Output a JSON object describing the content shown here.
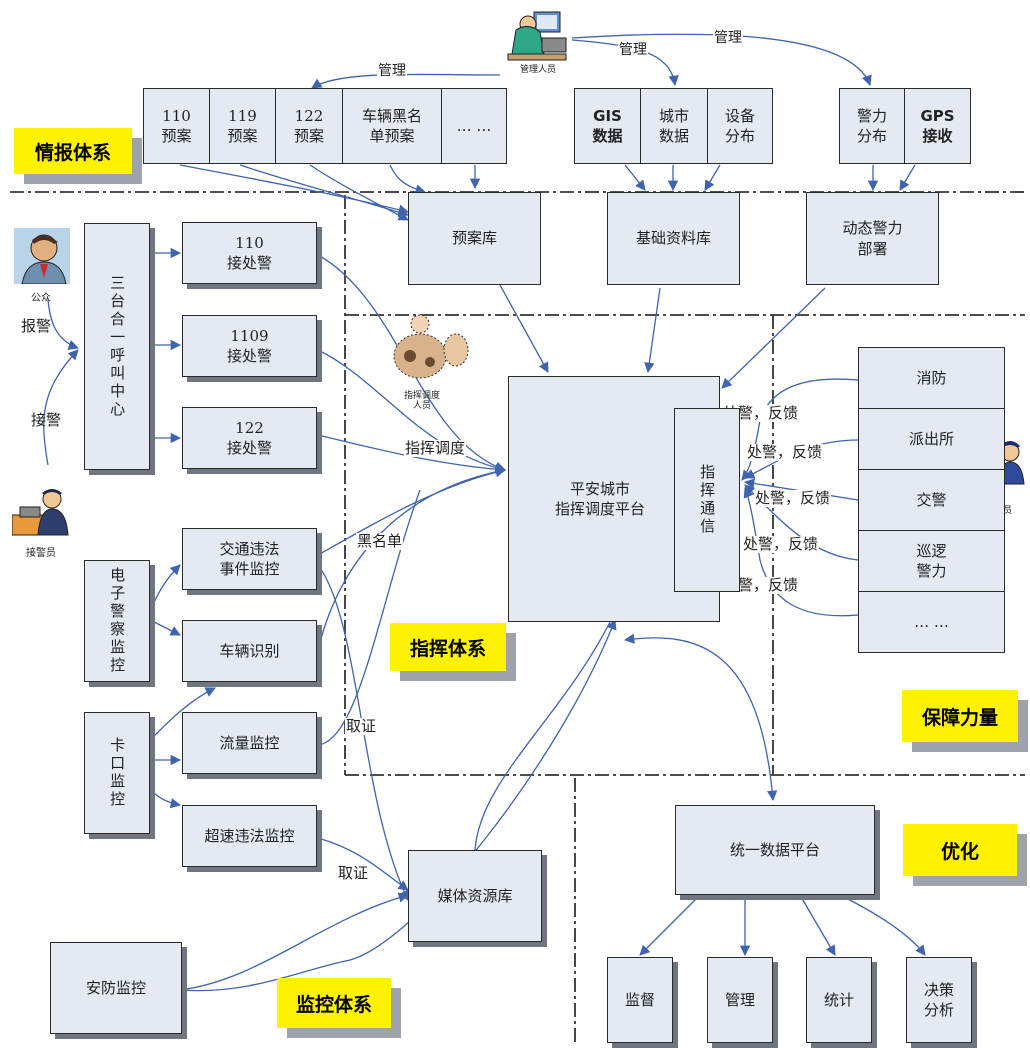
{
  "labels": {
    "manage": "管理",
    "command_dispatch": "指挥调度",
    "blacklist": "黑名单",
    "evidence": "取证",
    "dispatch_feedback": "处警，反馈",
    "dispatch_feedback_alt": "处警，反馈"
  },
  "tags": {
    "intel": "情报体系",
    "command": "指挥体系",
    "support": "保障力量",
    "optimize": "优化",
    "monitor": "监控体系"
  },
  "people": {
    "manager": "管理人员",
    "dispatcher": "指挥调度\n人员",
    "public": "公众",
    "report": "报警",
    "receive": "接警",
    "operator": "接警员",
    "police": "基层警员"
  },
  "boxes": {
    "plan_110": "110\n预案",
    "plan_119": "119\n预案",
    "plan_122": "122\n预案",
    "plan_blacklist": "车辆黑名\n单预案",
    "plan_more": "… …",
    "gis": "GIS\n数据",
    "city_data": "城市\n数据",
    "equipment": "设备\n分布",
    "police_dist": "警力\n分布",
    "gps": "GPS\n接收",
    "plan_lib": "预案库",
    "base_lib": "基础资料库",
    "dynamic_deploy": "动态警力\n部署",
    "call_center": "三台合一呼叫中心",
    "h110": "110\n接处警",
    "h1109": "1109\n接处警",
    "h122": "122\n接处警",
    "platform": "平安城市\n指挥调度平台",
    "comm": "指挥通信",
    "fire": "消防",
    "station": "派出所",
    "traffic": "交警",
    "patrol": "巡逻\n警力",
    "force_more": "… …",
    "e_police": "电子警察监控",
    "traffic_violation": "交通违法\n事件监控",
    "vehicle_id": "车辆识别",
    "flow": "流量监控",
    "checkpoint": "卡口监控",
    "speeding": "超速违法监控",
    "media_lib": "媒体资源库",
    "security": "安防监控",
    "data_platform": "统一数据平台",
    "supervise": "监督",
    "manage": "管理",
    "stats": "统计",
    "decision": "决策\n分析"
  },
  "colors": {
    "arrow": "#3f63ad",
    "box_fill": "#e4e9f2",
    "tag": "#fff200"
  }
}
